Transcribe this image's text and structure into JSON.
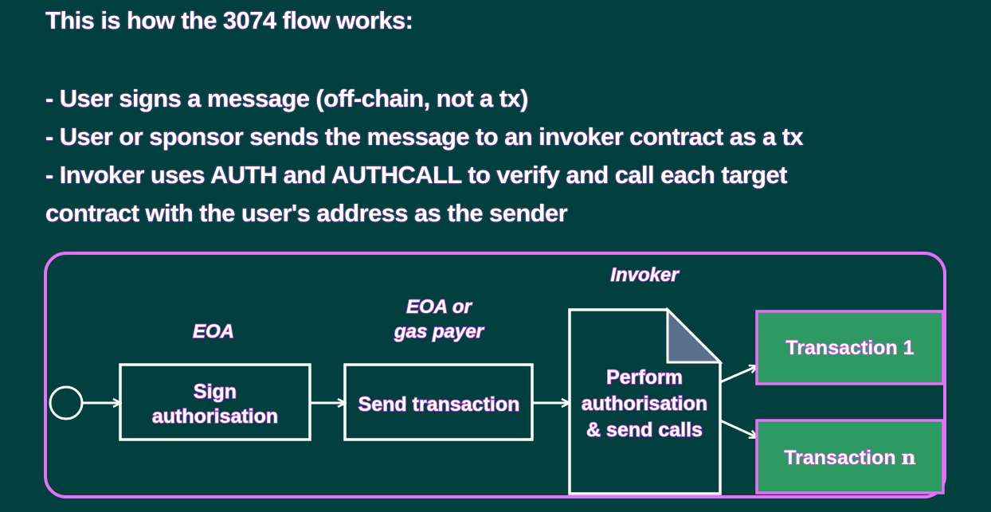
{
  "intro": "This is how the 3074 flow works:",
  "bullets": [
    "- User signs a message (off-chain, not a tx)",
    "- User or sponsor sends the message to an invoker contract as a tx",
    "- Invoker uses AUTH and AUTHCALL to verify and call each target",
    "contract with the user's address as the sender"
  ],
  "diagram": {
    "roles": {
      "eoa": "EOA",
      "payer_line1": "EOA or",
      "payer_line2": "gas payer",
      "invoker": "Invoker"
    },
    "steps": {
      "sign_line1": "Sign",
      "sign_line2": "authorisation",
      "send": "Send transaction",
      "perform_line1": "Perform",
      "perform_line2": "authorisation",
      "perform_line3": "& send calls",
      "tx1": "Transaction 1",
      "txn_prefix": "Transaction ",
      "txn_suffix": "n"
    }
  },
  "colors": {
    "background": "#01403f",
    "border": "#e86ff7",
    "transaction_fill": "#2e9a63",
    "folded_corner": "#5a6f8c"
  }
}
